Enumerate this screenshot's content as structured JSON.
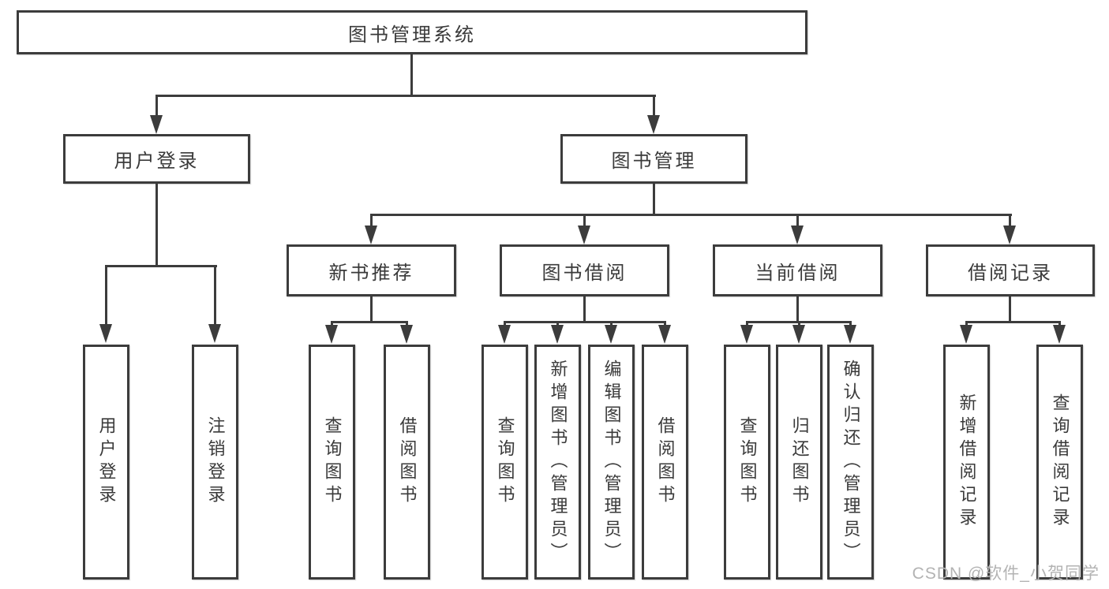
{
  "tree": {
    "label": "图书管理系统",
    "children": [
      {
        "label": "用户登录",
        "children": [
          {
            "label": "用户登录"
          },
          {
            "label": "注销登录"
          }
        ]
      },
      {
        "label": "图书管理",
        "children": [
          {
            "label": "新书推荐",
            "children": [
              {
                "label": "查询图书"
              },
              {
                "label": "借阅图书"
              }
            ]
          },
          {
            "label": "图书借阅",
            "children": [
              {
                "label": "查询图书"
              },
              {
                "label": "新增图书（管理员）"
              },
              {
                "label": "编辑图书（管理员）"
              },
              {
                "label": "借阅图书"
              }
            ]
          },
          {
            "label": "当前借阅",
            "children": [
              {
                "label": "查询图书"
              },
              {
                "label": "归还图书"
              },
              {
                "label": "确认归还（管理员）"
              }
            ]
          },
          {
            "label": "借阅记录",
            "children": [
              {
                "label": "新增借阅记录"
              },
              {
                "label": "查询借阅记录"
              }
            ]
          }
        ]
      }
    ]
  },
  "watermark": "CSDN @软件_小贺同学",
  "colors": {
    "line": "#3c3c3c",
    "text": "#3a3a3a",
    "watermark": "#b3b3b3",
    "background": "#ffffff"
  }
}
